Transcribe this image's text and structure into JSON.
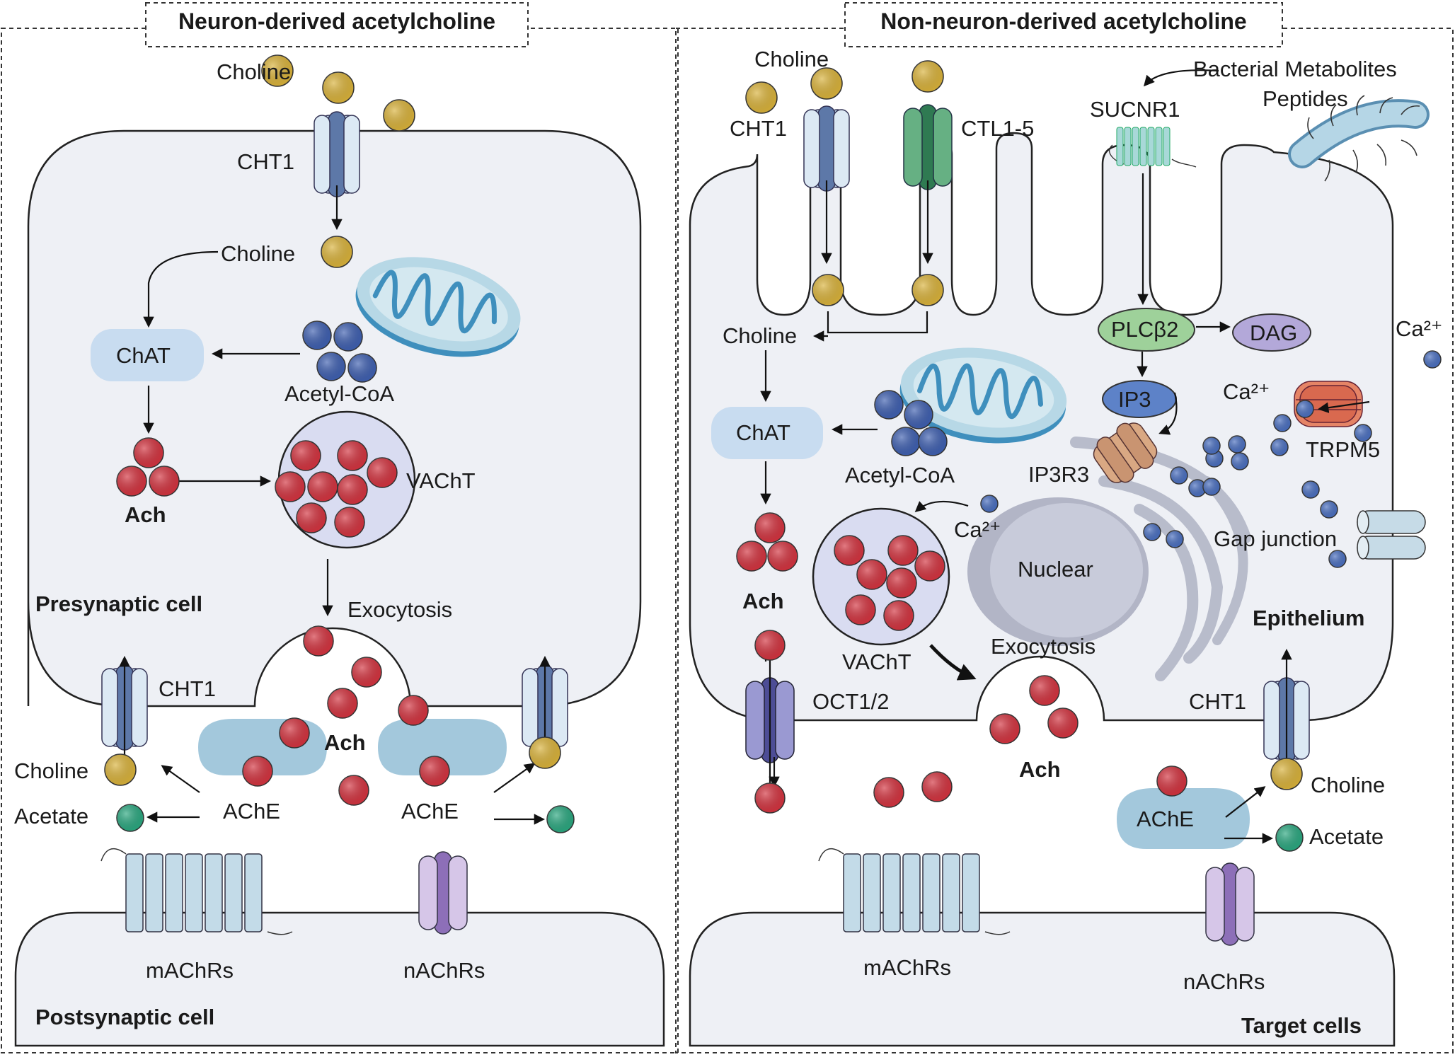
{
  "panels": {
    "left": {
      "title": "Neuron-derived acetylcholine",
      "presynaptic_label": "Presynaptic cell",
      "postsynaptic_label": "Postsynaptic cell",
      "choline_top": "Choline",
      "cht1_top": "CHT1",
      "choline_inner": "Choline",
      "chat": "ChAT",
      "acetyl_coa": "Acetyl-CoA",
      "ach": "Ach",
      "vacht": "VAChT",
      "exocytosis": "Exocytosis",
      "cht1_bottom": "CHT1",
      "ach_cleft": "Ach",
      "ache_left": "AChE",
      "ache_right": "AChE",
      "choline_out": "Choline",
      "acetate_out": "Acetate",
      "machrs": "mAChRs",
      "nachrs": "nAChRs"
    },
    "right": {
      "title": "Non-neuron-derived acetylcholine",
      "choline_top": "Choline",
      "cht1": "CHT1",
      "ctl": "CTL1-5",
      "sucnr1": "SUCNR1",
      "bacterial": "Bacterial Metabolites",
      "peptides": "Peptides",
      "plc": "PLCβ2",
      "dag": "DAG",
      "ip3": "IP3",
      "ip3r3": "IP3R3",
      "ca_top": "Ca²⁺",
      "ca_mid": "Ca²⁺",
      "ca_left": "Ca²⁺",
      "trpm5": "TRPM5",
      "choline_inner": "Choline",
      "chat": "ChAT",
      "acetyl_coa": "Acetyl-CoA",
      "ach": "Ach",
      "vacht": "VAChT",
      "nuclear": "Nuclear",
      "gap_junction": "Gap junction",
      "epithelium": "Epithelium",
      "exocytosis": "Exocytosis",
      "oct": "OCT1/2",
      "cht1_bottom": "CHT1",
      "ach_cleft": "Ach",
      "ache": "AChE",
      "choline_out": "Choline",
      "acetate_out": "Acetate",
      "machrs": "mAChRs",
      "nachrs": "nAChRs",
      "target": "Target cells"
    }
  },
  "colors": {
    "choline": "#d9b23a",
    "ach": "#d3333f",
    "acetyl_coa": "#3e5fb0",
    "calcium": "#4a6fc0",
    "acetate": "#2aa77f",
    "cell_fill": "#eef0f5",
    "cht1": "#c5dcee",
    "ctl": "#5ea57a",
    "oct": "#8e8dc9",
    "trpm5": "#e07a60",
    "nachr": "#c9b6df",
    "ache": "#a3c8dc",
    "chat": "#c8dcf0",
    "plc": "#9ed19a",
    "dag": "#b3a8d9",
    "ip3": "#5d82c8"
  },
  "icons": [
    "mitochondrion-icon",
    "vesicle-icon",
    "transporter-icon",
    "receptor-icon",
    "nucleus-icon",
    "er-icon"
  ]
}
